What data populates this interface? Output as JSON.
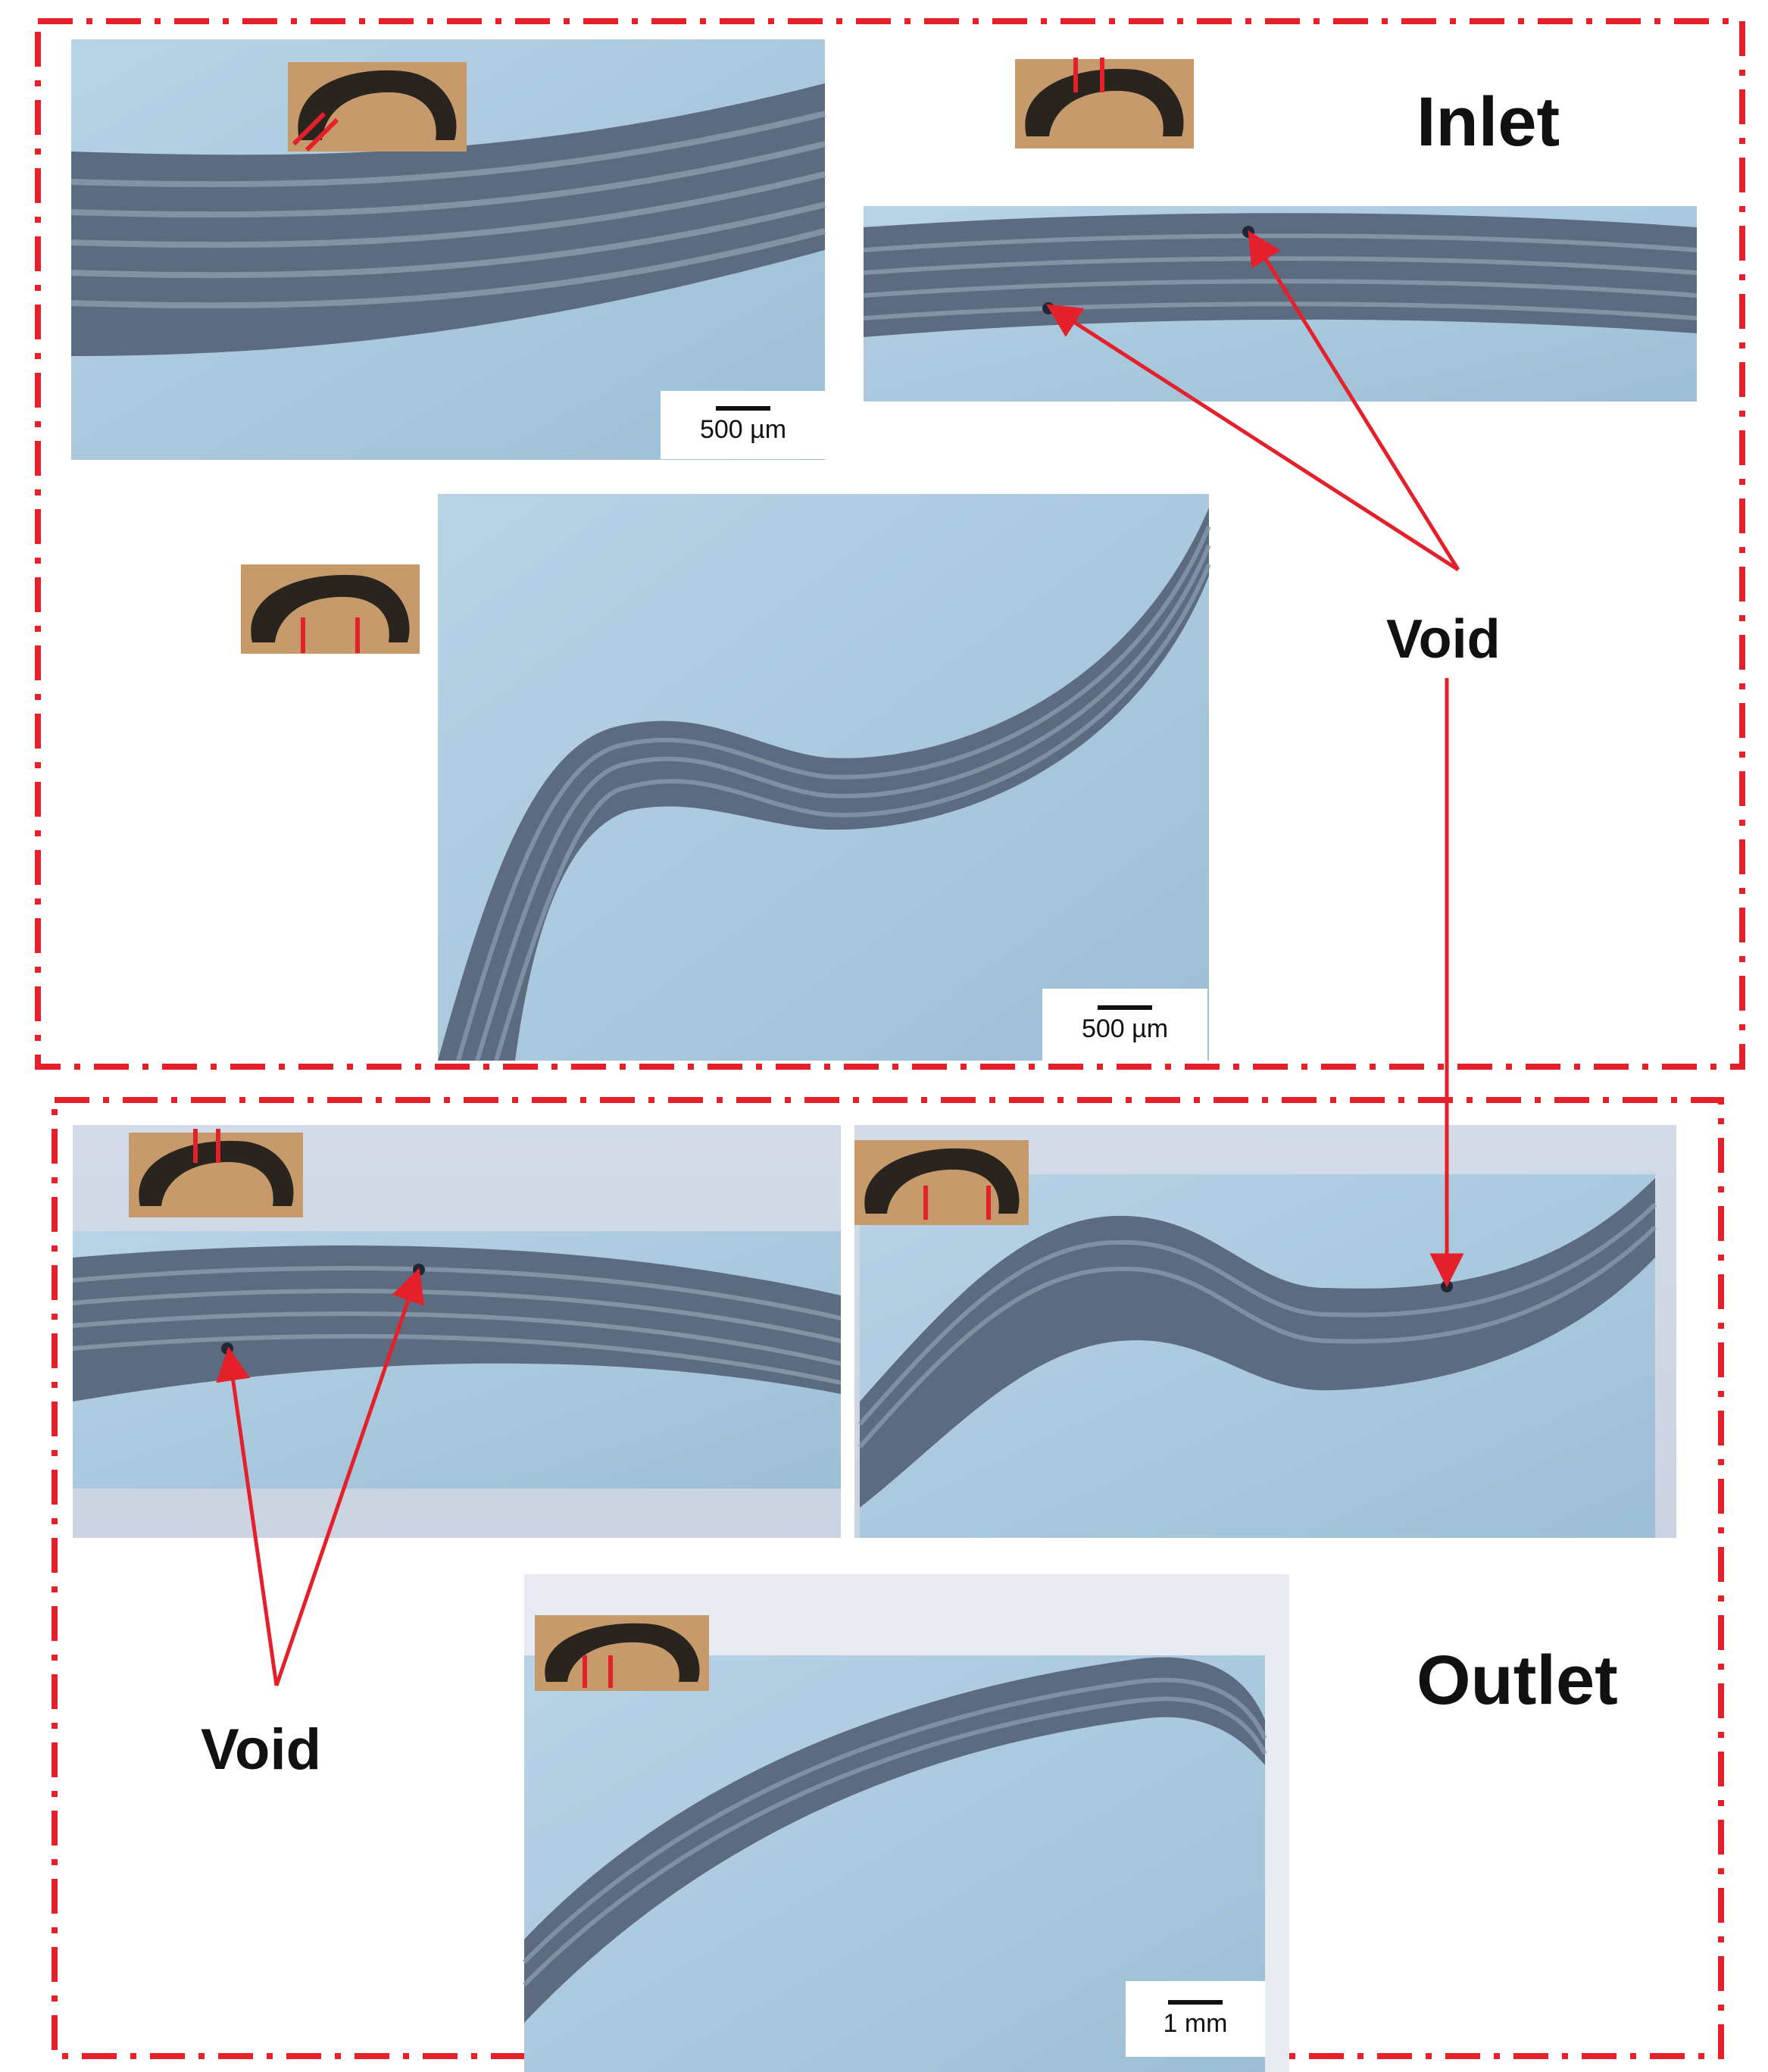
{
  "labels": {
    "inlet": "Inlet",
    "outlet": "Outlet",
    "void_upper": "Void",
    "void_lower": "Void"
  },
  "scale_bars": {
    "top_left": "500 µm",
    "middle": "500 µm",
    "bottom": "1 mm"
  },
  "colors": {
    "frame": "#e4202a",
    "arrow": "#e4202a",
    "specimen": "#5c6b80",
    "background_blue": "#a9c6db",
    "inset_tan": "#c79a6b"
  },
  "icons": {
    "inset": "specimen-cross-section-thumbnail",
    "frame": "dash-dot-frame"
  }
}
